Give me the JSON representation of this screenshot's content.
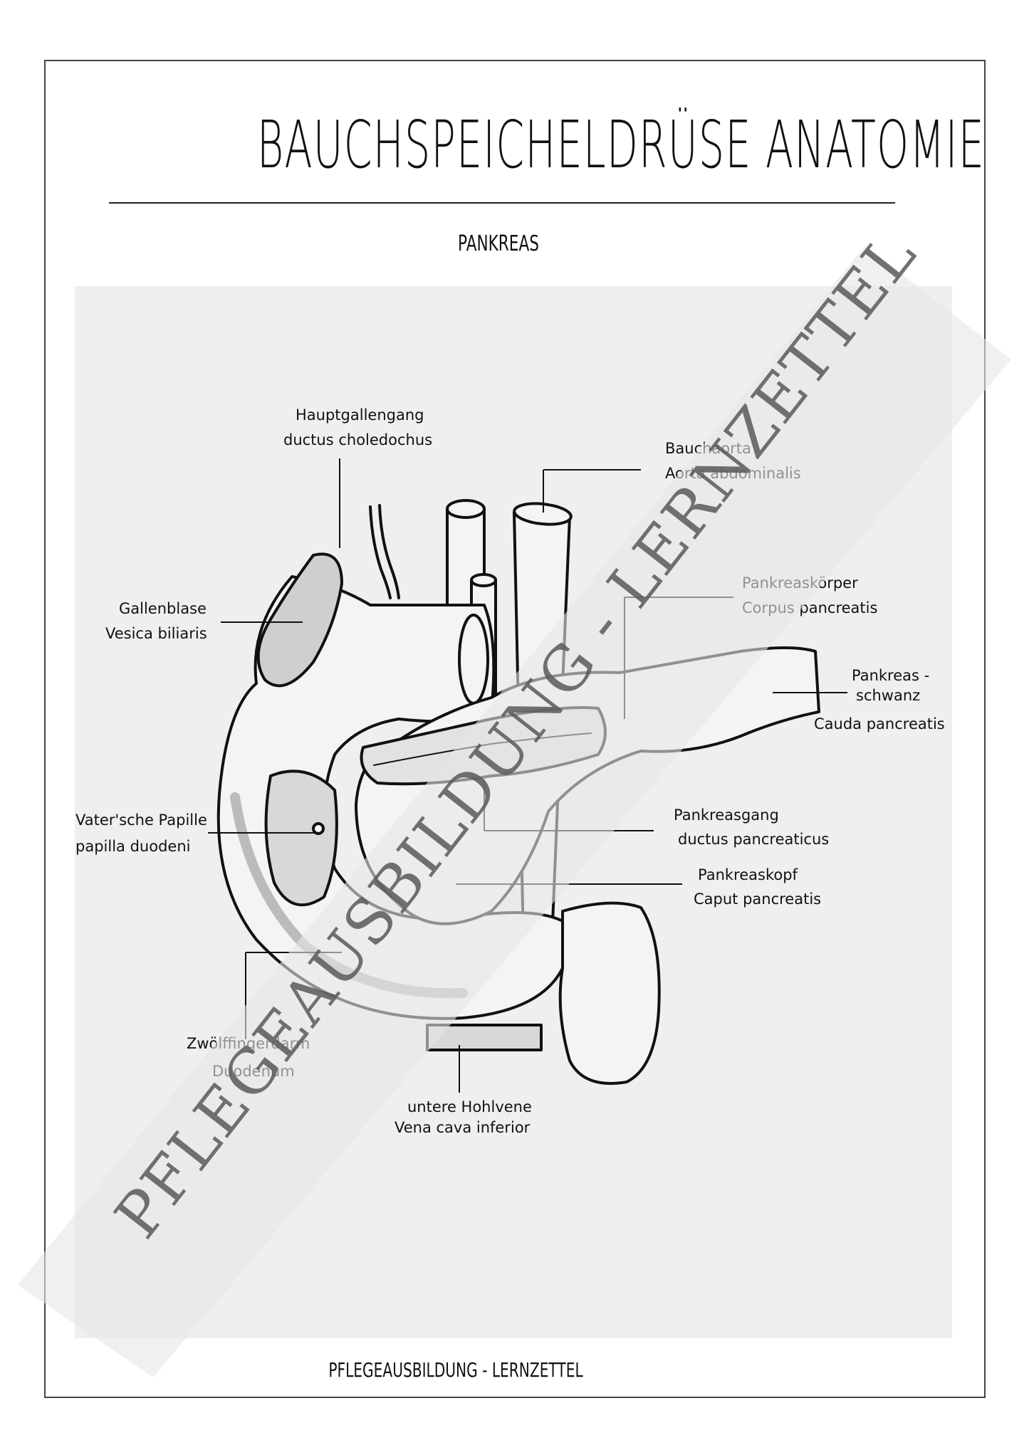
{
  "title": "BAUCHSPEICHELDRÜSE   ANATOMIE",
  "subtitle": "PANKREAS",
  "footer": "PFLEGEAUSBILDUNG - LERNZETTEL",
  "watermark": "PFLEGEAUSBILDUNG - LERNZETTEL",
  "labels": {
    "hauptgallengang": [
      "Hauptgallengang",
      "ductus   choledochus"
    ],
    "bauchaorta": [
      "Bauchaorta",
      "Aorta   abdominalis"
    ],
    "pankreaskoerper": [
      "Pankreaskörper",
      "Corpus   pancreatis"
    ],
    "gallenblase": [
      "Gallenblase",
      "Vesica   biliaris"
    ],
    "pankreasschwanz": [
      "Pankreas -",
      "schwanz",
      "Cauda   pancreatis"
    ],
    "vaterpapille": [
      "Vater'sche  Papille",
      "papilla   duodeni"
    ],
    "pankreasgang": [
      "Pankreasgang",
      "ductus    pancreaticus"
    ],
    "pankreaskopf": [
      "Pankreaskopf",
      "Caput   pancreatis"
    ],
    "zwoelffingerdarm": [
      "Zwölffingerdarm",
      "Duodenum"
    ],
    "hohlvene": [
      "untere   Hohlvene",
      "Vena   cava   inferior"
    ]
  },
  "colors": {
    "panel": "#efefef",
    "organ_fill": "#f2f2f2",
    "shadow": "#c9c9c9",
    "outline": "#111111",
    "watermark_band": "#e6e6e6"
  }
}
